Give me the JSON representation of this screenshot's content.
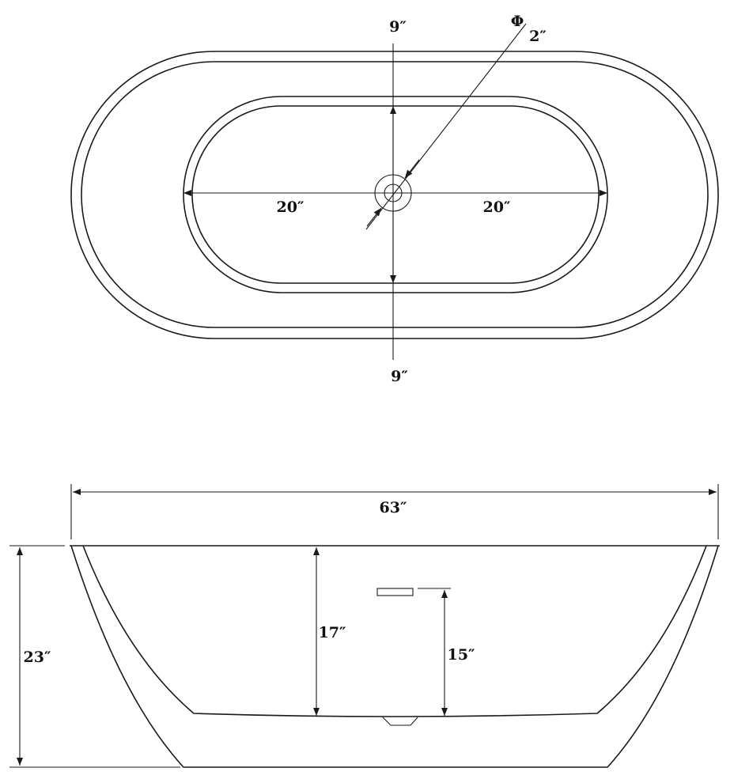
{
  "top_view": {
    "dim_top": "9″",
    "dim_bottom": "9″",
    "dim_left": "20″",
    "dim_right": "20″",
    "drain_symbol": "Φ",
    "drain_diameter": "2″"
  },
  "side_view": {
    "overall_length": "63″",
    "overall_height": "23″",
    "interior_depth": "17″",
    "overflow_height": "15″"
  },
  "colors": {
    "line": "#1a1a1a",
    "background": "#ffffff"
  }
}
